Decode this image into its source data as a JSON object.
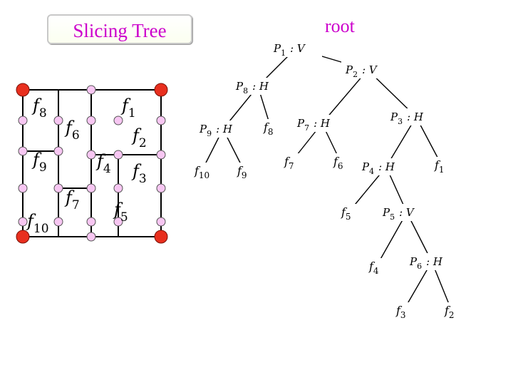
{
  "title": "Slicing Tree",
  "root_label": "root",
  "colors": {
    "title_text": "#cc00cc",
    "line": "#000000",
    "corner_node": "#e82f1e",
    "junction_node": "#f7c6f2",
    "node_box_fill": "#ffffff"
  },
  "floorplan": {
    "modules": [
      {
        "id": "f8",
        "base": "f",
        "sub": "8"
      },
      {
        "id": "f9",
        "base": "f",
        "sub": "9"
      },
      {
        "id": "f10",
        "base": "f",
        "sub": "10"
      },
      {
        "id": "f6",
        "base": "f",
        "sub": "6"
      },
      {
        "id": "f7",
        "base": "f",
        "sub": "7"
      },
      {
        "id": "f1",
        "base": "f",
        "sub": "1"
      },
      {
        "id": "f2",
        "base": "f",
        "sub": "2"
      },
      {
        "id": "f4",
        "base": "f",
        "sub": "4"
      },
      {
        "id": "f3",
        "base": "f",
        "sub": "3"
      },
      {
        "id": "f5",
        "base": "f",
        "sub": "5"
      }
    ]
  },
  "tree": {
    "internal_nodes": [
      {
        "id": "p1",
        "base": "P",
        "sub": "1",
        "op": ": V"
      },
      {
        "id": "p2",
        "base": "P",
        "sub": "2",
        "op": ": V"
      },
      {
        "id": "p8",
        "base": "P",
        "sub": "8",
        "op": ": H"
      },
      {
        "id": "p9",
        "base": "P",
        "sub": "9",
        "op": ": H"
      },
      {
        "id": "p7",
        "base": "P",
        "sub": "7",
        "op": ": H"
      },
      {
        "id": "p3",
        "base": "P",
        "sub": "3",
        "op": ": H"
      },
      {
        "id": "p4",
        "base": "P",
        "sub": "4",
        "op": ": H"
      },
      {
        "id": "p5",
        "base": "P",
        "sub": "5",
        "op": ": V"
      },
      {
        "id": "p6",
        "base": "P",
        "sub": "6",
        "op": ": H"
      }
    ],
    "leaves": [
      {
        "id": "t_f10",
        "base": "f",
        "sub": "10"
      },
      {
        "id": "t_f9",
        "base": "f",
        "sub": "9"
      },
      {
        "id": "t_f8",
        "base": "f",
        "sub": "8"
      },
      {
        "id": "t_f7",
        "base": "f",
        "sub": "7"
      },
      {
        "id": "t_f6",
        "base": "f",
        "sub": "6"
      },
      {
        "id": "t_f1",
        "base": "f",
        "sub": "1"
      },
      {
        "id": "t_f5",
        "base": "f",
        "sub": "5"
      },
      {
        "id": "t_f4",
        "base": "f",
        "sub": "4"
      },
      {
        "id": "t_f3",
        "base": "f",
        "sub": "3"
      },
      {
        "id": "t_f2",
        "base": "f",
        "sub": "2"
      }
    ],
    "edges": [
      [
        "p1",
        "p2"
      ],
      [
        "p1",
        "p8"
      ],
      [
        "p8",
        "p9"
      ],
      [
        "p8",
        "t_f8"
      ],
      [
        "p9",
        "t_f10"
      ],
      [
        "p9",
        "t_f9"
      ],
      [
        "p2",
        "p7"
      ],
      [
        "p2",
        "p3"
      ],
      [
        "p7",
        "t_f7"
      ],
      [
        "p7",
        "t_f6"
      ],
      [
        "p3",
        "p4"
      ],
      [
        "p3",
        "t_f1"
      ],
      [
        "p4",
        "t_f5"
      ],
      [
        "p4",
        "p5"
      ],
      [
        "p5",
        "t_f4"
      ],
      [
        "p5",
        "p6"
      ],
      [
        "p6",
        "t_f3"
      ],
      [
        "p6",
        "t_f2"
      ]
    ]
  }
}
